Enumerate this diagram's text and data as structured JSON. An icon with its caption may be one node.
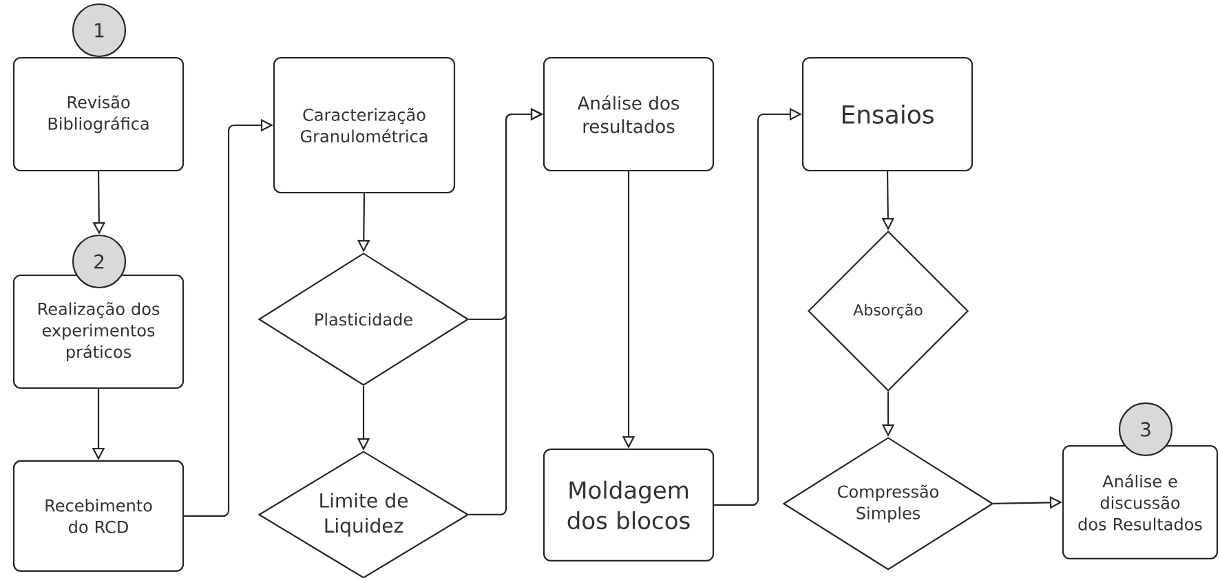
{
  "diagram": {
    "nodes": [
      {
        "text": [
          "1"
        ]
      },
      {
        "text": [
          "Revisão Bibliográfica"
        ]
      },
      {
        "text": [
          "2"
        ]
      },
      {
        "text": [
          "Realização dos experimentos práticos"
        ]
      },
      {
        "text": [
          "Recebimento do RCD"
        ]
      },
      {
        "text": [
          "Caracterização Granulométrica"
        ]
      },
      {
        "text": [
          "Plasticidade"
        ]
      },
      {
        "text": [
          "Limite de Liquidez"
        ]
      },
      {
        "text": [
          "Análise dos resultados"
        ]
      },
      {
        "text": [
          "Moldagem dos blocos"
        ]
      },
      {
        "text": [
          "Ensaios"
        ]
      },
      {
        "text": [
          "Absorção"
        ]
      },
      {
        "text": [
          "Compressão Simples"
        ]
      },
      {
        "text": [
          "3"
        ]
      },
      {
        "text": [
          "Análise e discussão dos Resultados"
        ]
      }
    ],
    "edges": [
      {
        "from": 1,
        "to": 2,
        "arrow": "to"
      },
      {
        "from": 3,
        "to": 4,
        "arrow": "to"
      },
      {
        "from": 4,
        "to": 5,
        "arrow": "to"
      },
      {
        "from": 5,
        "to": 6,
        "arrow": "to"
      },
      {
        "from": 6,
        "to": 7,
        "arrow": "to"
      },
      {
        "from": 6,
        "to": 8,
        "arrow": "to"
      },
      {
        "from": 7,
        "to": 8,
        "arrow": "to"
      },
      {
        "from": 8,
        "to": 9,
        "arrow": "to"
      },
      {
        "from": 9,
        "to": 10,
        "arrow": "to"
      },
      {
        "from": 10,
        "to": 11,
        "arrow": "to"
      },
      {
        "from": 11,
        "to": 12,
        "arrow": "to"
      },
      {
        "from": 12,
        "to": 14,
        "arrow": "to"
      }
    ]
  }
}
